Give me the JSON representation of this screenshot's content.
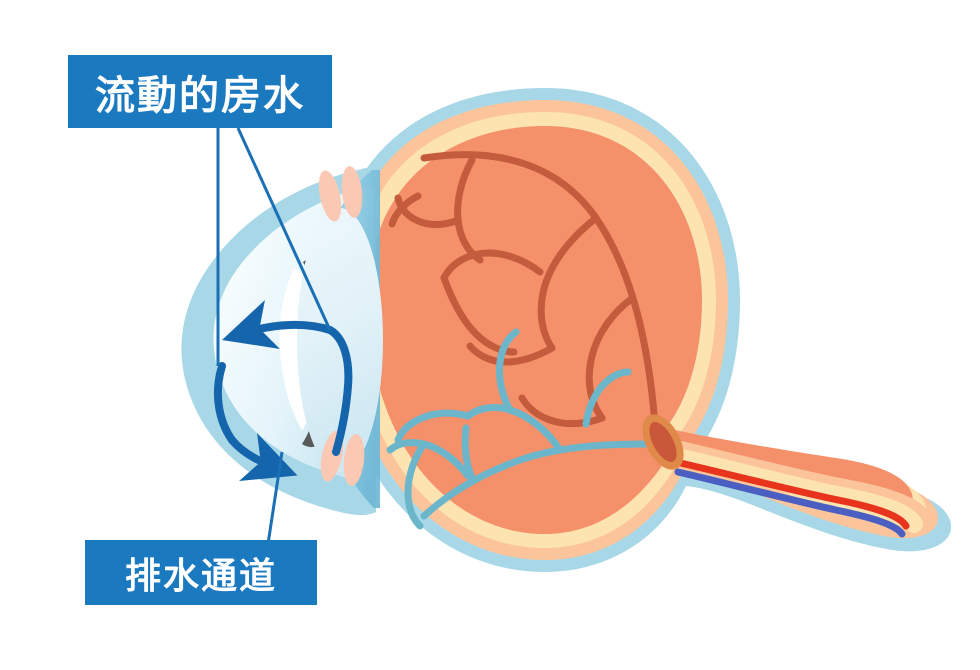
{
  "figure": {
    "kind": "anatomical-illustration",
    "subject": "human-eye-cross-section",
    "background_color": "#ffffff"
  },
  "callouts": [
    {
      "id": "aqueous-flow",
      "text": "流動的房水",
      "box_color": "#1a79bf",
      "text_color": "#ffffff",
      "position": "top-left"
    },
    {
      "id": "drainage-channel",
      "text": "排水通道",
      "box_color": "#1a79bf",
      "text_color": "#ffffff",
      "position": "bottom-left"
    }
  ],
  "palette": {
    "callout_blue": "#1a79bf",
    "leader_line_blue": "#1a6fb5",
    "flow_arrow_blue": "#1565ad",
    "sclera_blue": "#a8d8e8",
    "cornea_blue": "#9fd4e6",
    "anterior_chamber_pale": "#e8f6fb",
    "iris_gray": "#5a5a5a",
    "pupil_white": "#ffffff",
    "lens_pale": "#dff0f7",
    "vitreous_salmon": "#f4916b",
    "choroid_peach": "#fbc49a",
    "retina_cream": "#fde3b0",
    "ciliary_pink": "#fbc8b4",
    "artery_red": "#c35b3c",
    "vein_teal": "#6cb6cc",
    "optic_disc_orange": "#e08a4a",
    "optic_disc_core": "#c9573a",
    "nerve_artery_red": "#e8341c",
    "nerve_vein_blue": "#4a5fc1"
  },
  "structures": [
    {
      "name": "sclera",
      "color": "#a8d8e8"
    },
    {
      "name": "choroid",
      "color": "#fbc49a"
    },
    {
      "name": "retina",
      "color": "#fde3b0"
    },
    {
      "name": "vitreous-body",
      "color": "#f4916b"
    },
    {
      "name": "cornea",
      "color": "#9fd4e6"
    },
    {
      "name": "anterior-chamber",
      "color": "#e8f6fb"
    },
    {
      "name": "iris",
      "color": "#5a5a5a"
    },
    {
      "name": "pupil",
      "color": "#ffffff"
    },
    {
      "name": "lens",
      "color": "#dff0f7"
    },
    {
      "name": "ciliary-body",
      "color": "#fbc8b4"
    },
    {
      "name": "retinal-artery",
      "color": "#c35b3c"
    },
    {
      "name": "retinal-vein",
      "color": "#6cb6cc"
    },
    {
      "name": "optic-disc",
      "color": "#e08a4a"
    },
    {
      "name": "optic-nerve",
      "color": "#fde3b0"
    },
    {
      "name": "central-retinal-artery",
      "color": "#e8341c"
    },
    {
      "name": "central-retinal-vein",
      "color": "#4a5fc1"
    }
  ],
  "flow_arrows": [
    {
      "name": "aqueous-flow-into-anterior-chamber",
      "color": "#1565ad"
    },
    {
      "name": "aqueous-flow-to-drainage-angle",
      "color": "#1565ad"
    },
    {
      "name": "aqueous-production-at-ciliary-body",
      "color": "#1565ad"
    }
  ]
}
